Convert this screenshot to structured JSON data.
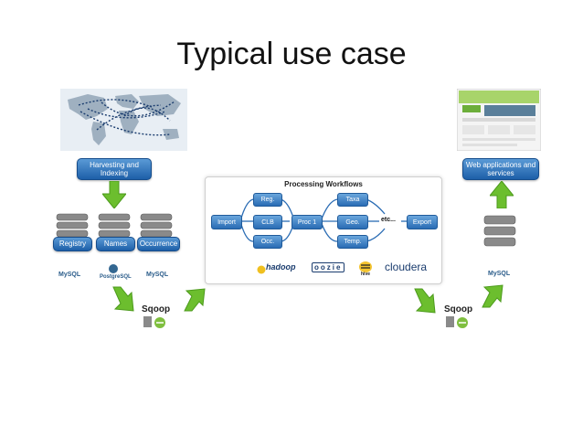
{
  "title": "Typical use case",
  "left": {
    "harvest_label": "Harvesting and Indexing",
    "databases": [
      "Registry",
      "Names",
      "Occurrence"
    ],
    "db_logos": [
      "MySQL",
      "PostgreSQL",
      "MySQL"
    ]
  },
  "center": {
    "panel_title": "Processing Workflows",
    "nodes": {
      "import": "Import",
      "reg": "Reg.",
      "clb": "CLB",
      "occ": "Occ.",
      "proc": "Proc 1",
      "taxa": "Taxa",
      "geo": "Geo.",
      "temp": "Temp.",
      "etc": "etc...",
      "export": "Export"
    },
    "tool_logos": [
      "hadoop",
      "oozie",
      "hive",
      "cloudera"
    ]
  },
  "sqoop_left": "Sqoop",
  "sqoop_right": "Sqoop",
  "right": {
    "web_label": "Web applications and services",
    "db_logo": "MySQL"
  },
  "colors": {
    "blue": "#1d5fa8",
    "green_arrow": "#6cbe2e",
    "db_gray": "#8a8a8a"
  }
}
